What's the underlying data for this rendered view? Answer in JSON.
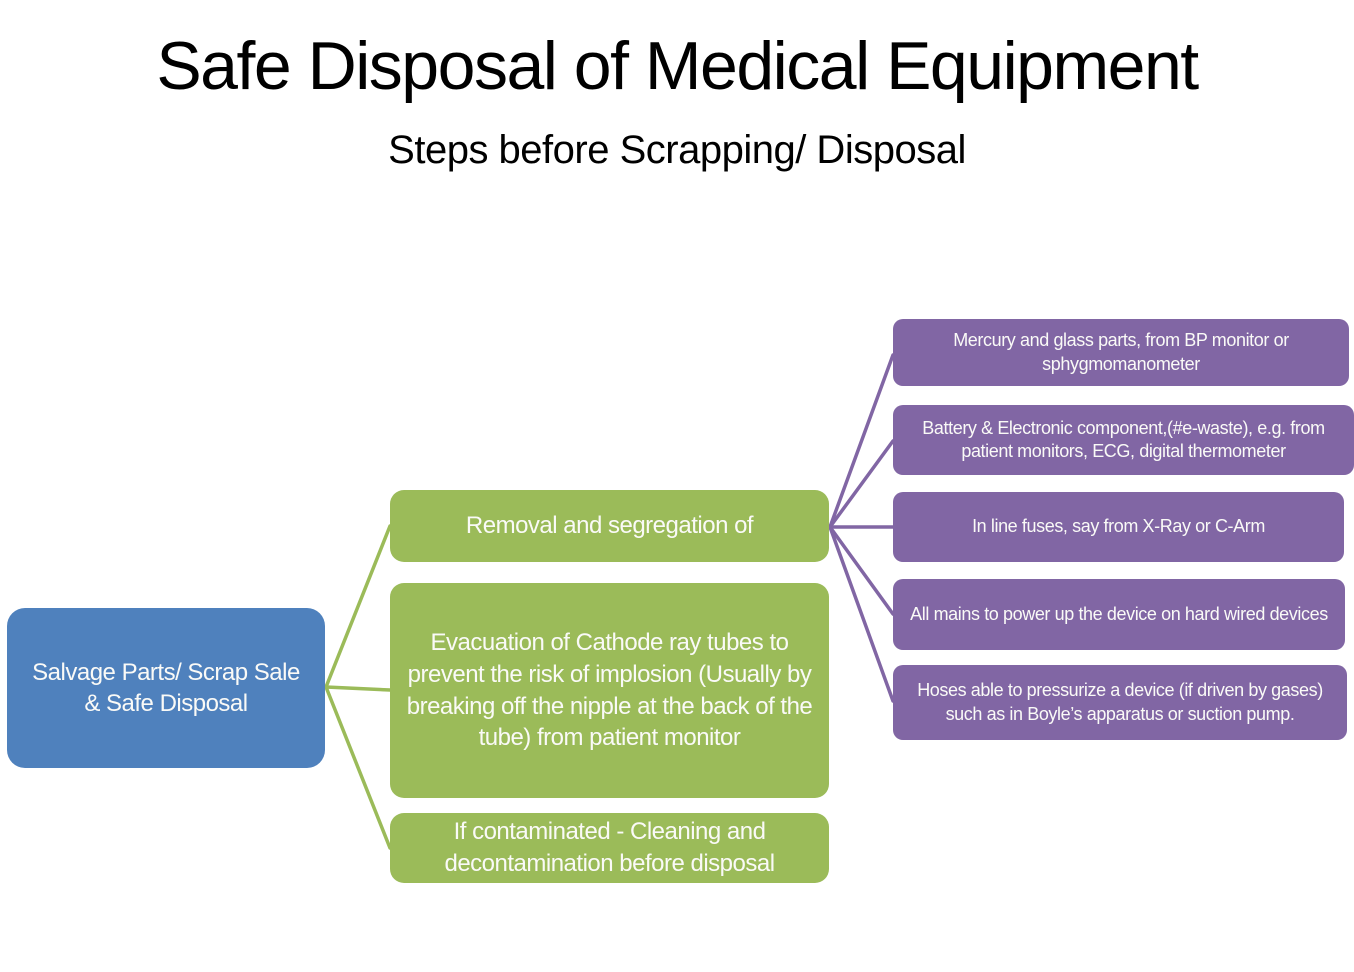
{
  "title": "Safe Disposal of Medical Equipment",
  "subtitle": "Steps before Scrapping/ Disposal",
  "colors": {
    "background": "#FFFFFF",
    "root": "#4F81BD",
    "branch": "#9BBB59",
    "leaf": "#8166A4",
    "text": "#FAFAF7"
  },
  "diagram": {
    "root": {
      "label": "Salvage Parts/ Scrap Sale & Safe Disposal"
    },
    "branches": [
      {
        "label": "Removal and segregation of"
      },
      {
        "label": "Evacuation of Cathode ray tubes to prevent the risk of implosion (Usually by breaking off the nipple at the back of the tube) from patient monitor"
      },
      {
        "label": "If contaminated - Cleaning and decontamination before  disposal"
      }
    ],
    "leaves": [
      {
        "label": "Mercury and glass parts, from BP monitor or sphygmomanometer"
      },
      {
        "label": "Battery & Electronic component,(#e-waste), e.g. from patient monitors, ECG, digital thermometer"
      },
      {
        "label": "In line fuses, say from X-Ray or C-Arm"
      },
      {
        "label": "All mains to power up the device on hard wired devices"
      },
      {
        "label": "Hoses able to pressurize a device (if driven by gases) such as in Boyle’s apparatus or suction pump."
      }
    ]
  }
}
